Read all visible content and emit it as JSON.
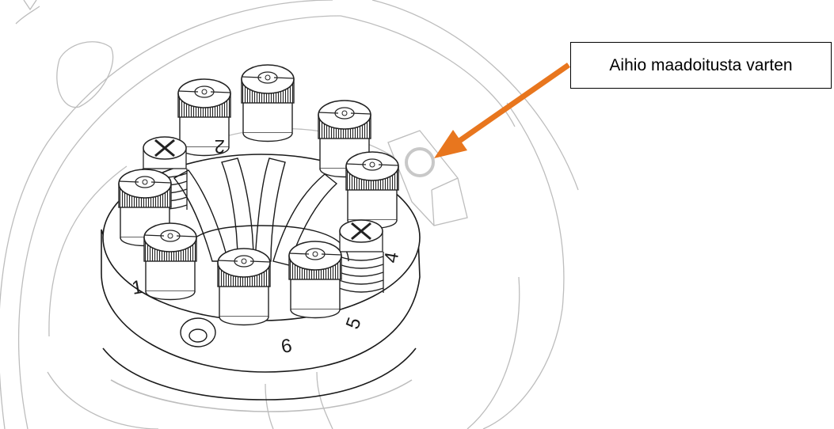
{
  "callout": {
    "label": "Aihio maadoitusta varten"
  },
  "terminal_numbers": [
    "1",
    "2",
    "4",
    "5",
    "6"
  ],
  "colors": {
    "arrow": "#E8761E",
    "line": "#1a1a1a",
    "faint_line": "#bdbdbd",
    "hole": "#c8c8c8"
  }
}
